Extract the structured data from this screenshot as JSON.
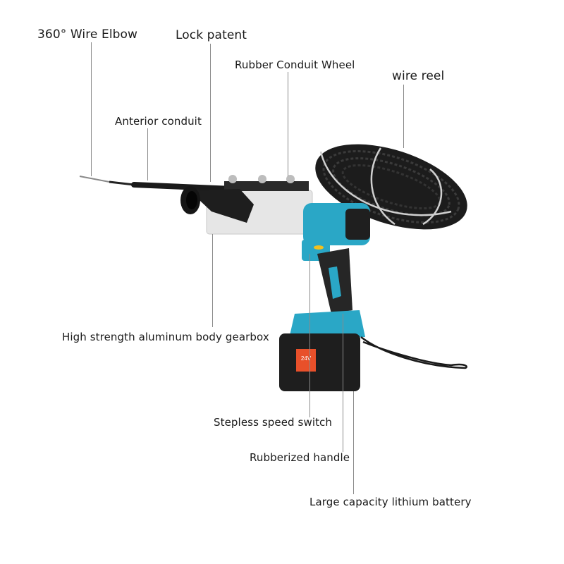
{
  "diagram": {
    "subject": "Electric cordless wire threading tool with wire reel",
    "labels": [
      {
        "id": "wire-elbow",
        "text": "360° Wire Elbow"
      },
      {
        "id": "lock-patent",
        "text": "Lock patent"
      },
      {
        "id": "rubber-conduit-wheel",
        "text": "Rubber Conduit Wheel"
      },
      {
        "id": "wire-reel",
        "text": "wire reel"
      },
      {
        "id": "anterior-conduit",
        "text": "Anterior conduit"
      },
      {
        "id": "gearbox",
        "text": "High strength aluminum body gearbox"
      },
      {
        "id": "speed-switch",
        "text": "Stepless speed switch"
      },
      {
        "id": "handle",
        "text": "Rubberized handle"
      },
      {
        "id": "battery",
        "text": "Large capacity lithium battery"
      }
    ],
    "battery_badge": "24V"
  },
  "colors": {
    "tool_body": "#2aa7c6",
    "tool_dark": "#222222",
    "gearbox": "#e4e4e4",
    "battery_badge": "#e8502a",
    "leader_line": "#8a8a8a"
  }
}
